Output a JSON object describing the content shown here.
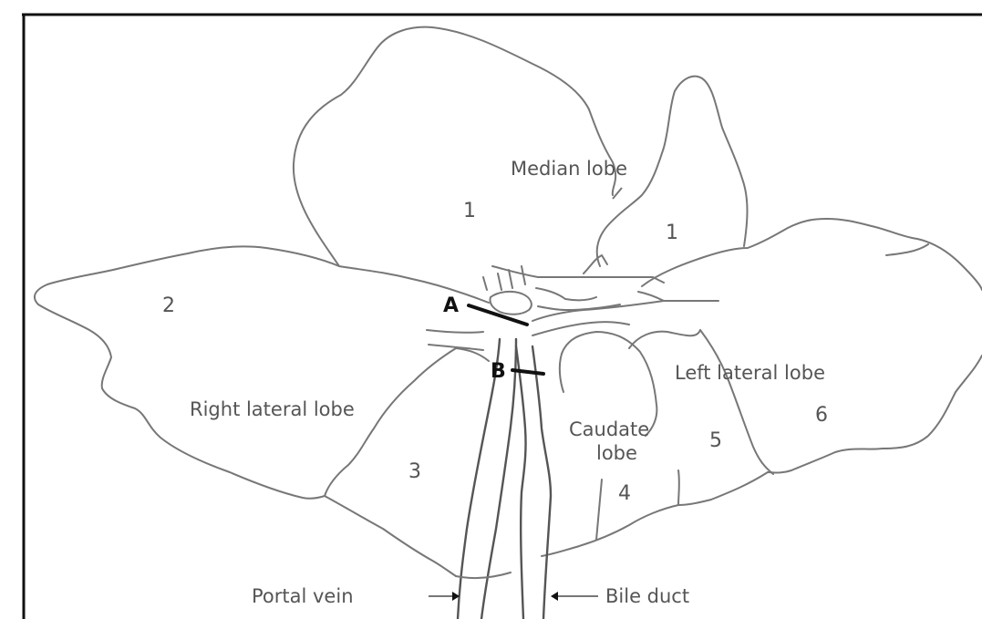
{
  "labels": {
    "median_lobe": "Median lobe",
    "right_lateral_lobe": "Right lateral lobe",
    "left_lateral_lobe": "Left lateral lobe",
    "caudate_line1": "Caudate",
    "caudate_line2": "lobe",
    "portal_vein": "Portal vein",
    "bile_duct": "Bile duct"
  },
  "markers": {
    "a": "A",
    "b": "B"
  },
  "segments": {
    "median_right": "1",
    "median_left": "1",
    "right_upper": "2",
    "right_lower": "3",
    "caudate_lower": "4",
    "left_inner": "5",
    "left_outer": "6"
  }
}
